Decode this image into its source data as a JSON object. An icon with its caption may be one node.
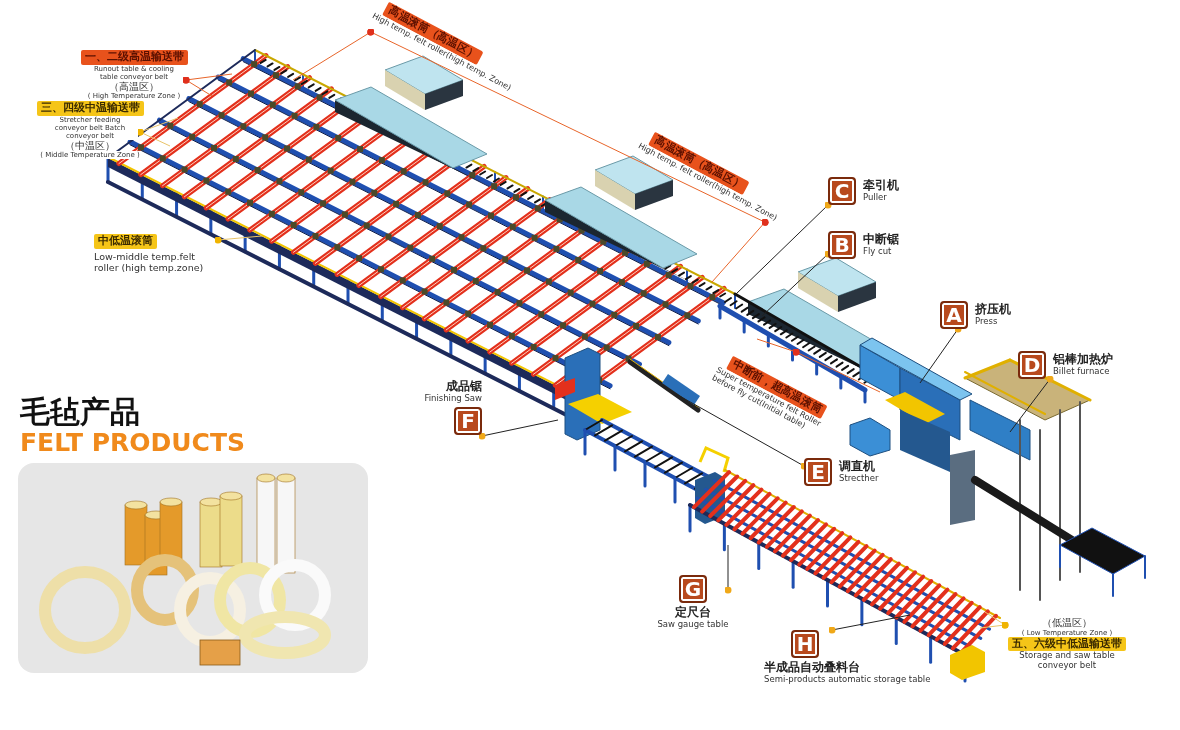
{
  "diagram": {
    "nodes": [
      {
        "text": [
          "一、二级高温输送带",
          "Runout table & cooling table conveyor belt",
          "（高温区）",
          "( High Temperature Zone )"
        ]
      },
      {
        "text": [
          "三、四级中温输送带",
          "Stretcher feeding conveyor belt Batch conveyor belt",
          "（中温区）",
          "( Middle Temperature Zone )"
        ]
      },
      {
        "text": [
          "中低温滚筒",
          "Low-middle temp.felt roller (high temp.zone)"
        ]
      },
      {
        "text": [
          "高温滚筒（高温区）",
          "High temp. felt roller(high temp. Zone)"
        ]
      },
      {
        "text": [
          "高温滚筒（高温区）",
          "High temp. felt roller(high temp. Zone)"
        ]
      },
      {
        "text": [
          "C",
          "牵引机",
          "Puller"
        ]
      },
      {
        "text": [
          "B",
          "中断锯",
          "Fly cut"
        ]
      },
      {
        "text": [
          "A",
          "挤压机",
          "Press"
        ]
      },
      {
        "text": [
          "D",
          "铝棒加热炉",
          "Billet furnace"
        ]
      },
      {
        "text": [
          "中断前，超高温滚筒",
          "Super temperature felt Roller before fly cut(Initial table)"
        ]
      },
      {
        "text": [
          "成品锯",
          "Finishing Saw",
          "F"
        ]
      },
      {
        "text": [
          "E",
          "调直机",
          "Strecther"
        ]
      },
      {
        "text": [
          "G",
          "定尺台",
          "Saw gauge table"
        ]
      },
      {
        "text": [
          "H",
          "半成品自动叠料台",
          "Semi-products automatic storage table"
        ]
      },
      {
        "text": [
          "（低温区）",
          "( Low Temperature Zone )",
          "五、六级中低温输送带",
          "Storage and saw table conveyor belt"
        ]
      }
    ],
    "edges": [
      {
        "from": 0,
        "to": null,
        "arrow": "other",
        "color": "#e8652a"
      },
      {
        "from": 0,
        "to": null,
        "arrow": "other",
        "color": "#e8652a"
      },
      {
        "from": 1,
        "to": null,
        "arrow": "other",
        "color": "#e9c46a"
      },
      {
        "from": 1,
        "to": null,
        "arrow": "other",
        "color": "#e9c46a"
      },
      {
        "from": 2,
        "to": null,
        "arrow": "other",
        "color": "#e9c46a"
      },
      {
        "from": 3,
        "to": null,
        "arrow": "other",
        "color": "#e8652a"
      },
      {
        "from": 3,
        "to": 4,
        "arrow": "other",
        "color": "#e8652a"
      },
      {
        "from": 4,
        "to": null,
        "arrow": "other",
        "color": "#e8652a"
      },
      {
        "from": 5,
        "to": null,
        "arrow": "other"
      },
      {
        "from": 6,
        "to": null,
        "arrow": "other"
      },
      {
        "from": 7,
        "to": null,
        "arrow": "other"
      },
      {
        "from": 8,
        "to": null,
        "arrow": "other"
      },
      {
        "from": 9,
        "to": null,
        "arrow": "other",
        "color": "#e8652a"
      },
      {
        "from": 9,
        "to": null,
        "arrow": "other",
        "color": "#e8652a"
      },
      {
        "from": 10,
        "to": null,
        "arrow": "other"
      },
      {
        "from": 11,
        "to": null,
        "arrow": "other"
      },
      {
        "from": 12,
        "to": null,
        "arrow": "other"
      },
      {
        "from": 13,
        "to": null,
        "arrow": "other"
      },
      {
        "from": 14,
        "to": null,
        "arrow": "other",
        "color": "#e9c46a"
      },
      {
        "from": 14,
        "to": null,
        "arrow": "other",
        "color": "#e9c46a"
      }
    ],
    "labels": [
      "毛毡产品",
      "FELT PRODUCTS"
    ]
  }
}
